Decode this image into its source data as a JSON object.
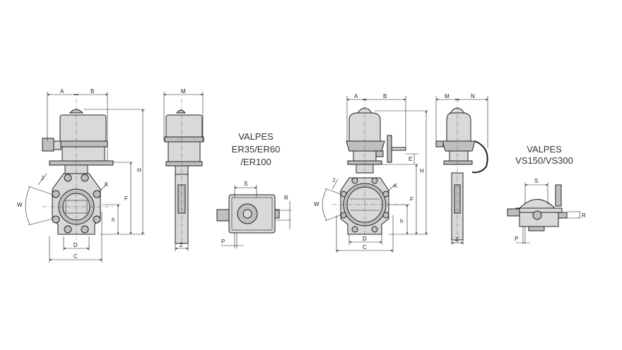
{
  "models": [
    {
      "name": "VALPES",
      "line2": "ER35/ER60",
      "line3": "/ER100"
    },
    {
      "name": "VALPES",
      "line2": "VS150/VS300"
    }
  ],
  "dimension_labels": {
    "A": "A",
    "B": "B",
    "C": "C",
    "D": "D",
    "E": "E",
    "F": "F",
    "H": "H",
    "h": "h",
    "J": "J",
    "K": "K",
    "M": "M",
    "N": "N",
    "P": "P",
    "R": "R",
    "S": "S",
    "W": "W",
    "Z": "Z"
  }
}
